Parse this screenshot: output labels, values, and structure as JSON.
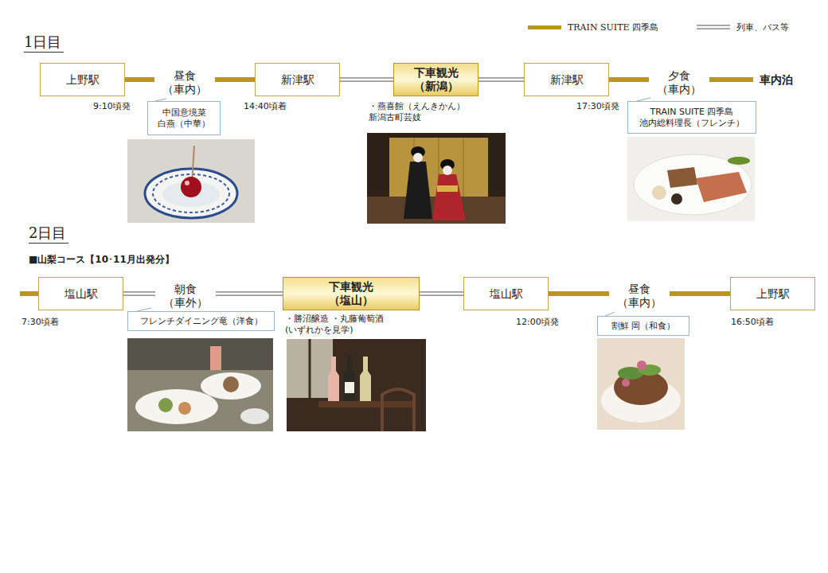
{
  "diagram": {
    "nodes": [
      {
        "text": [
          "上野駅"
        ]
      },
      {
        "text": [
          "新津駅"
        ]
      },
      {
        "text": [
          "下車観光 （新潟）"
        ]
      },
      {
        "text": [
          "新津駅"
        ]
      },
      {
        "text": [
          "車内泊"
        ]
      },
      {
        "text": [
          "中国意境菜 白燕（中華）"
        ]
      },
      {
        "text": [
          "TRAIN SUITE 四季島 池内総料理長（フレンチ）"
        ]
      },
      {
        "text": [
          "塩山駅"
        ]
      },
      {
        "text": [
          "下車観光 （塩山）"
        ]
      },
      {
        "text": [
          "塩山駅"
        ]
      },
      {
        "text": [
          "上野駅"
        ]
      },
      {
        "text": [
          "フレンチダイニング竜（洋食）"
        ]
      },
      {
        "text": [
          "割鮮 岡（和食）"
        ]
      }
    ],
    "edges": [
      {
        "from": 0,
        "to": 1,
        "arrow": "none",
        "label": "昼食 （車内）"
      },
      {
        "from": 1,
        "to": 2,
        "arrow": "none"
      },
      {
        "from": 2,
        "to": 3,
        "arrow": "none"
      },
      {
        "from": 3,
        "to": 4,
        "arrow": "none",
        "label": "夕食 （車内）"
      },
      {
        "from": 7,
        "to": 8,
        "arrow": "none",
        "label": "朝食 （車外）"
      },
      {
        "from": 8,
        "to": 9,
        "arrow": "none"
      },
      {
        "from": 9,
        "to": 10,
        "arrow": "none",
        "label": "昼食 （車内）"
      }
    ],
    "labels": [
      "1日目",
      "9:10頃発",
      "14:40頃着",
      "・燕喜館（えんきかん） 新潟古町芸妓",
      "17:30頃発",
      "2日目",
      "■山梨コース【10･11月出発分】",
      "7:30頃着",
      "・勝沼醸造 ・丸藤葡萄酒 (いずれかを見学)",
      "12:00頃発",
      "16:50頃着"
    ],
    "legend": [
      {
        "text": "TRAIN SUITE 四季島",
        "color": "#b8971f"
      },
      {
        "text": "列車、バス等"
      }
    ]
  }
}
